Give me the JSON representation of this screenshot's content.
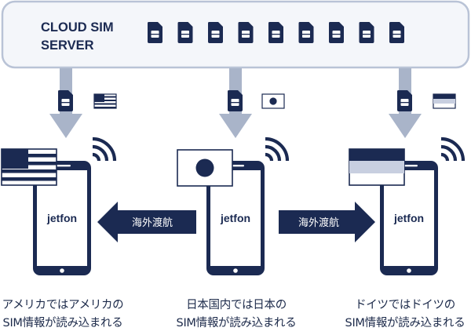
{
  "server": {
    "label_line1": "CLOUD SIM",
    "label_line2": "SERVER",
    "sim_icon": "sim-card-icon",
    "sim_card_count": 9
  },
  "colors": {
    "navy": "#1b2a52",
    "server_fill": "#f4f6fa",
    "server_border": "#b9c3d6",
    "arrow_light": "#a9b4c9",
    "flag_light_blue": "#c8cfe0"
  },
  "columns": [
    {
      "id": "usa",
      "flag_icon": "usa-flag-icon",
      "brand": "jetfon",
      "caption_line1": "アメリカではアメリカの",
      "caption_line2": "SIM情報が読み込まれる"
    },
    {
      "id": "japan",
      "flag_icon": "japan-flag-icon",
      "brand": "jetfon",
      "caption_line1": "日本国内では日本の",
      "caption_line2": "SIM情報が読み込まれる"
    },
    {
      "id": "germany",
      "flag_icon": "germany-flag-icon",
      "brand": "jetfon",
      "caption_line1": "ドイツではドイツの",
      "caption_line2": "SIM情報が読み込まれる"
    }
  ],
  "travel_arrows": [
    {
      "direction": "left",
      "label": "海外渡航"
    },
    {
      "direction": "right",
      "label": "海外渡航"
    }
  ]
}
